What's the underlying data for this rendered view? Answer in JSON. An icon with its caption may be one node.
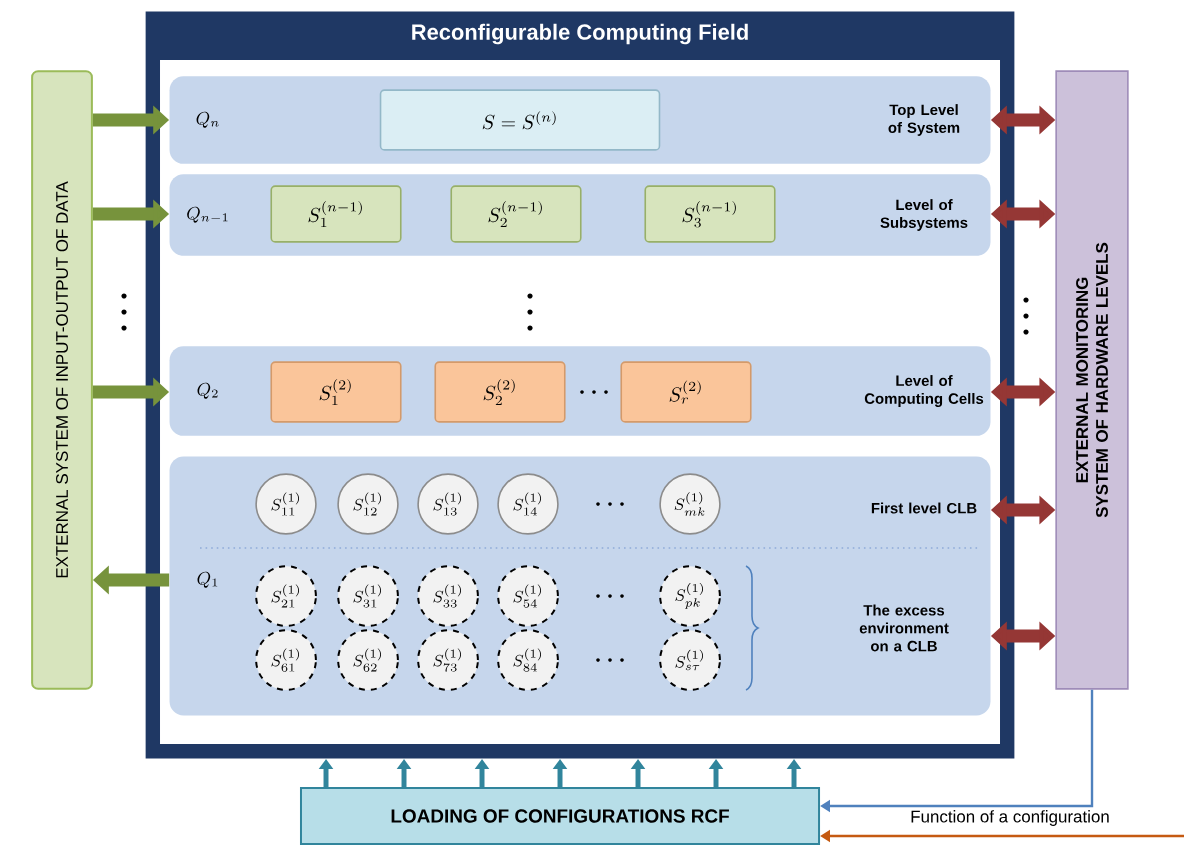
{
  "diagram": {
    "nodes": [
      {
        "text": [
          "Reconfigurable Computing Field"
        ]
      },
      {
        "text": [
          "Q_{n}",
          "Top Level of System"
        ],
        "in": 0
      },
      {
        "text": [
          "S = S^{(n)}"
        ],
        "in": 1
      },
      {
        "text": [
          "Q_{n-1}",
          "Level of Subsystems"
        ],
        "in": 0
      },
      {
        "text": [
          "S_{1}^{(n-1)}"
        ],
        "in": 3
      },
      {
        "text": [
          "S_{2}^{(n-1)}"
        ],
        "in": 3
      },
      {
        "text": [
          "S_{3}^{(n-1)}"
        ],
        "in": 3
      },
      {
        "text": [
          "Q_{2}",
          "Level of Computing Cells"
        ],
        "in": 0
      },
      {
        "text": [
          "S_{1}^{(2)}"
        ],
        "in": 7
      },
      {
        "text": [
          "S_{2}^{(2)}"
        ],
        "in": 7
      },
      {
        "text": [
          "S_{r}^{(2)}"
        ],
        "in": 7
      },
      {
        "text": [
          "Q_{1}",
          "First level CLB",
          "The excess environment on a CLB"
        ],
        "in": 0
      },
      {
        "text": [
          "S_{11}^{(1)}"
        ],
        "in": 11
      },
      {
        "text": [
          "S_{12}^{(1)}"
        ],
        "in": 11
      },
      {
        "text": [
          "S_{13}^{(1)}"
        ],
        "in": 11
      },
      {
        "text": [
          "S_{14}^{(1)}"
        ],
        "in": 11
      },
      {
        "text": [
          "S_{mk}^{(1)}"
        ],
        "in": 11
      },
      {
        "text": [
          "S_{21}^{(1)}"
        ],
        "in": 11
      },
      {
        "text": [
          "S_{31}^{(1)}"
        ],
        "in": 11
      },
      {
        "text": [
          "S_{33}^{(1)}"
        ],
        "in": 11
      },
      {
        "text": [
          "S_{54}^{(1)}"
        ],
        "in": 11
      },
      {
        "text": [
          "S_{pk}^{(1)}"
        ],
        "in": 11
      },
      {
        "text": [
          "S_{61}^{(1)}"
        ],
        "in": 11
      },
      {
        "text": [
          "S_{62}^{(1)}"
        ],
        "in": 11
      },
      {
        "text": [
          "S_{73}^{(1)}"
        ],
        "in": 11
      },
      {
        "text": [
          "S_{84}^{(1)}"
        ],
        "in": 11
      },
      {
        "text": [
          "S_{s\\tau}^{(1)}"
        ],
        "in": 11
      },
      {
        "text": [
          "EXTERNAL SYSTEM OF INPUT-OUTPUT OF DATA"
        ]
      },
      {
        "text": [
          "EXTERNAL MONITORING SYSTEM OF HARDWARE LEVELS"
        ]
      },
      {
        "text": [
          "LOADING OF CONFIGURATIONS RCF"
        ]
      }
    ],
    "edges": [
      {
        "from": 27,
        "to": 1,
        "arrow": "to",
        "style": "thick",
        "color": "#77933c"
      },
      {
        "from": 27,
        "to": 3,
        "arrow": "to",
        "style": "thick",
        "color": "#77933c"
      },
      {
        "from": 27,
        "to": 7,
        "arrow": "to",
        "style": "thick",
        "color": "#77933c"
      },
      {
        "from": 11,
        "to": 27,
        "arrow": "to",
        "style": "thick",
        "color": "#77933c"
      },
      {
        "from": 1,
        "to": 28,
        "arrow": "both",
        "style": "thick",
        "color": "#953735"
      },
      {
        "from": 3,
        "to": 28,
        "arrow": "both",
        "style": "thick",
        "color": "#953735"
      },
      {
        "from": 7,
        "to": 28,
        "arrow": "both",
        "style": "thick",
        "color": "#953735"
      },
      {
        "from": 11,
        "to": 28,
        "arrow": "both",
        "style": "thick",
        "color": "#953735"
      },
      {
        "from": 11,
        "to": 28,
        "arrow": "both",
        "style": "thick",
        "color": "#953735"
      },
      {
        "from": 29,
        "to": 0,
        "arrow": "to"
      },
      {
        "from": 29,
        "to": 0,
        "arrow": "to"
      },
      {
        "from": 29,
        "to": 0,
        "arrow": "to"
      },
      {
        "from": 29,
        "to": 0,
        "arrow": "to"
      },
      {
        "from": 29,
        "to": 0,
        "arrow": "to"
      },
      {
        "from": 29,
        "to": 0,
        "arrow": "to"
      },
      {
        "from": 29,
        "to": 0,
        "arrow": "to"
      },
      {
        "from": 28,
        "to": 29,
        "arrow": "to",
        "color": "#4f81bd"
      },
      {
        "from": null,
        "to": 29,
        "arrow": "to",
        "color": "#c55a11",
        "label": "Function of a configuration"
      }
    ]
  }
}
